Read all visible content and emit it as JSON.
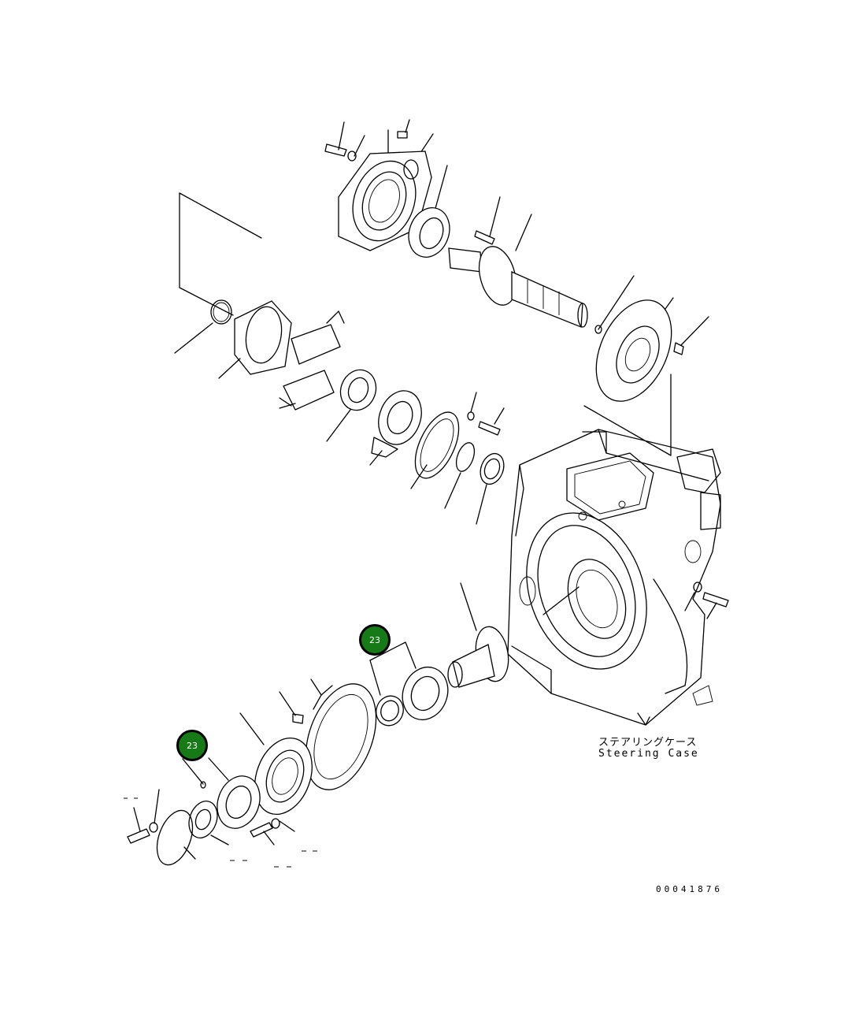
{
  "case_label_jp": "ステアリングケース",
  "case_label_en": "Steering Case",
  "drawing_number": "00041876",
  "callouts": [
    {
      "id": "callout-upper",
      "label": "23"
    },
    {
      "id": "callout-lower",
      "label": "23"
    }
  ],
  "colors": {
    "callout_fill": "#167a16",
    "line": "#000000",
    "background": "#ffffff"
  }
}
